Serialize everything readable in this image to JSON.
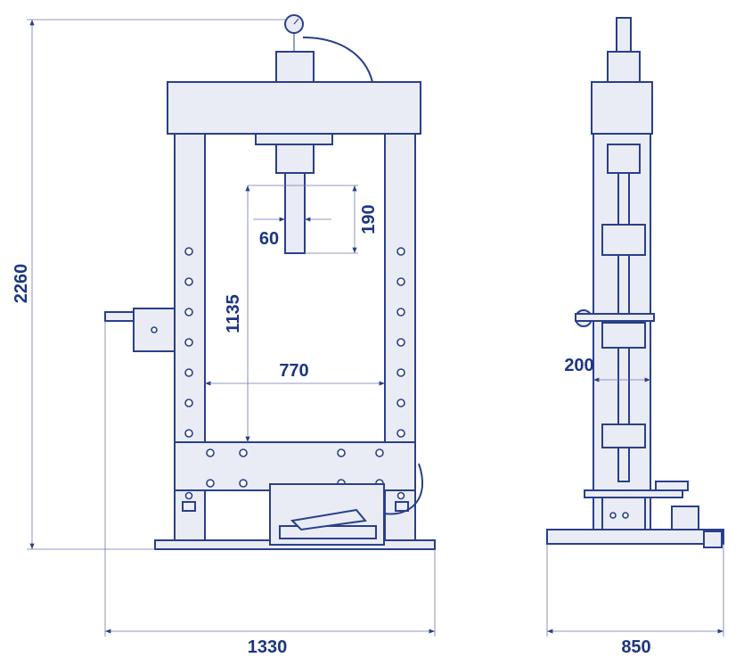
{
  "colors": {
    "line": "#2a3f8a",
    "dim_text": "#1c3680",
    "fill": "#e9ecf4"
  },
  "dimensions": {
    "overall_height": "2260",
    "overall_width": "1330",
    "side_depth": "850",
    "ram_stroke": "190",
    "ram_diameter": "60",
    "working_height": "1135",
    "frame_inner_width": "770",
    "side_clearance": "200"
  }
}
